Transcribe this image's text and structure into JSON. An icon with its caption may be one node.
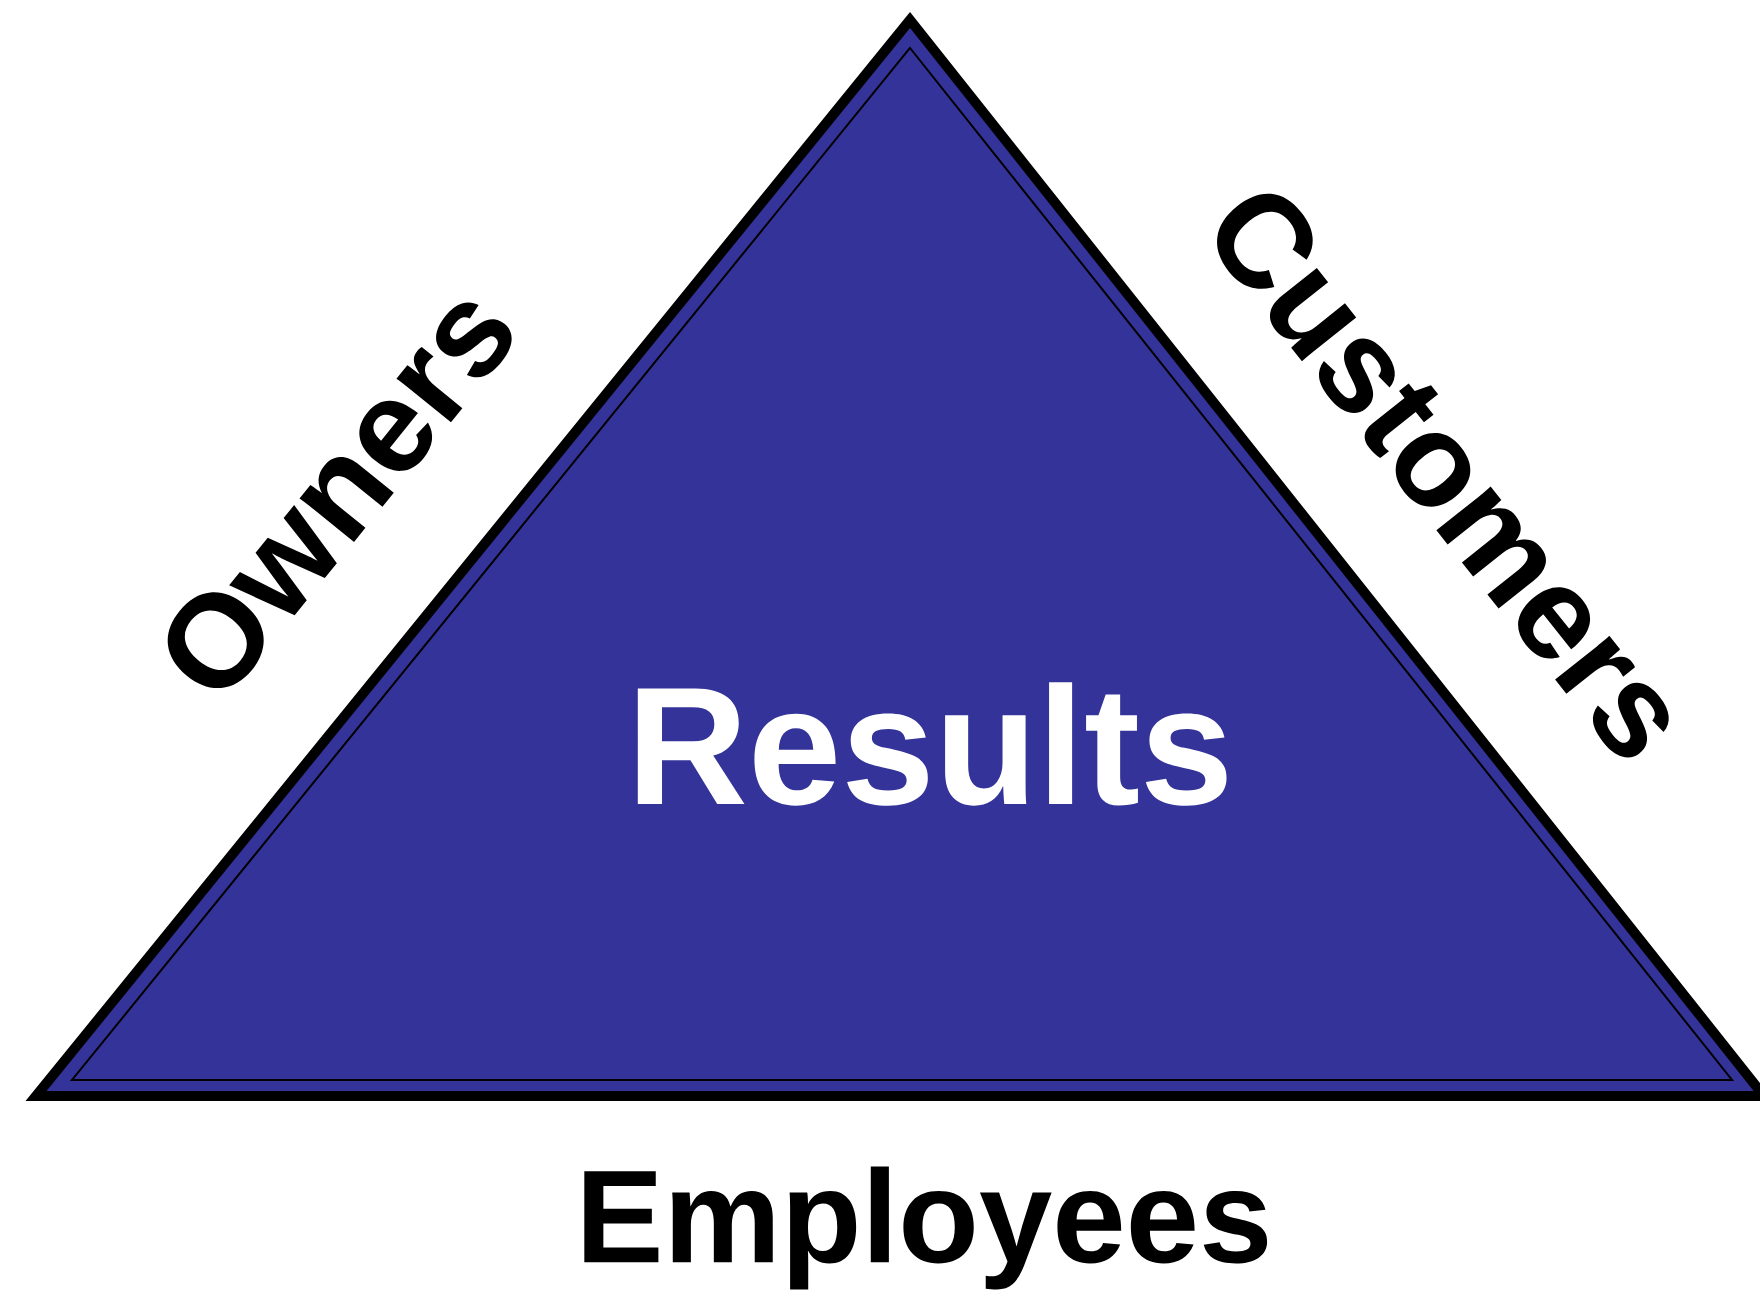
{
  "diagram": {
    "nodes": [
      {
        "text": [
          "Results"
        ]
      }
    ],
    "labels": [
      "Owners",
      "Customers",
      "Employees"
    ]
  }
}
